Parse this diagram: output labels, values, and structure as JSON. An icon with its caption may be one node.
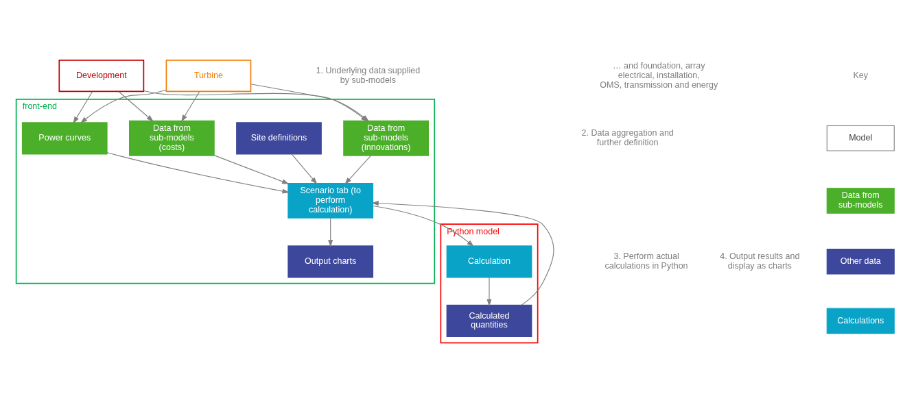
{
  "diagram": {
    "nodes": [
      {
        "text": [
          "Development"
        ]
      },
      {
        "text": [
          "Turbine"
        ]
      },
      {
        "text": [
          "front-end"
        ]
      },
      {
        "text": [
          "Data from sub-models (costs)"
        ],
        "in": 2
      },
      {
        "text": [
          "Site definitions"
        ],
        "in": 2
      },
      {
        "text": [
          "Power curves"
        ],
        "in": 2
      },
      {
        "text": [
          "Data from sub-models (innovations)"
        ],
        "in": 2
      },
      {
        "text": [
          "Scenario tab (to perform calculation)"
        ],
        "in": 2
      },
      {
        "text": [
          "Output charts"
        ],
        "in": 2
      },
      {
        "text": [
          "Python model"
        ]
      },
      {
        "text": [
          "Calculation"
        ],
        "in": 9
      },
      {
        "text": [
          "Calculated quantities"
        ],
        "in": 9
      }
    ],
    "edges": [
      {
        "from": 0,
        "to": 3,
        "arrow": "to"
      },
      {
        "from": 0,
        "to": 5,
        "arrow": "to"
      },
      {
        "from": 0,
        "to": 6,
        "arrow": "to"
      },
      {
        "from": 1,
        "to": 3,
        "arrow": "to"
      },
      {
        "from": 1,
        "to": 5,
        "arrow": "to"
      },
      {
        "from": 1,
        "to": 6,
        "arrow": "to"
      },
      {
        "from": 3,
        "to": 7,
        "arrow": "to"
      },
      {
        "from": 4,
        "to": 7,
        "arrow": "to"
      },
      {
        "from": 5,
        "to": 7,
        "arrow": "to"
      },
      {
        "from": 6,
        "to": 7,
        "arrow": "to"
      },
      {
        "from": 7,
        "to": 8,
        "arrow": "to"
      },
      {
        "from": 7,
        "to": 10,
        "arrow": "to"
      },
      {
        "from": 10,
        "to": 11,
        "arrow": "to"
      },
      {
        "from": 11,
        "to": 7,
        "arrow": "to"
      }
    ],
    "labels": [
      "1. Underlying data supplied by sub-models",
      "… and foundation, array electrical, installation, OMS, transmission and energy",
      "2. Data aggregation and further definition",
      "3. Perform actual calculations in Python",
      "4. Output results and display as charts",
      "Key"
    ],
    "legend": [
      {
        "text": "Model"
      },
      {
        "text": "Data from sub-models",
        "color": "#4caf2a"
      },
      {
        "text": "Other data",
        "color": "#3d479b"
      },
      {
        "text": "Calculations",
        "color": "#0aa3c8"
      }
    ]
  }
}
